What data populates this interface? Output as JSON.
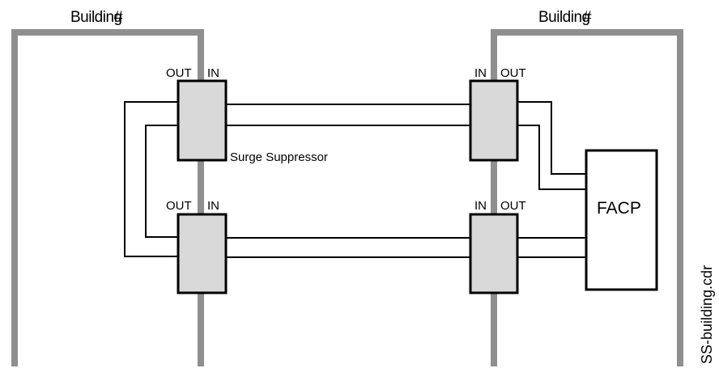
{
  "building_left": {
    "label": "Building",
    "number_suffix": "#"
  },
  "building_right": {
    "label": "Building",
    "number_suffix": "#"
  },
  "port_labels": {
    "out": "OUT",
    "in": "IN"
  },
  "surge_label": "Surge Suppressor",
  "panel_label": "FACP",
  "file_name": "SS-building.cdr",
  "colors": {
    "wall": "#8f8f8f",
    "suppressor_fill": "#d9d9d9",
    "line": "#000000"
  }
}
